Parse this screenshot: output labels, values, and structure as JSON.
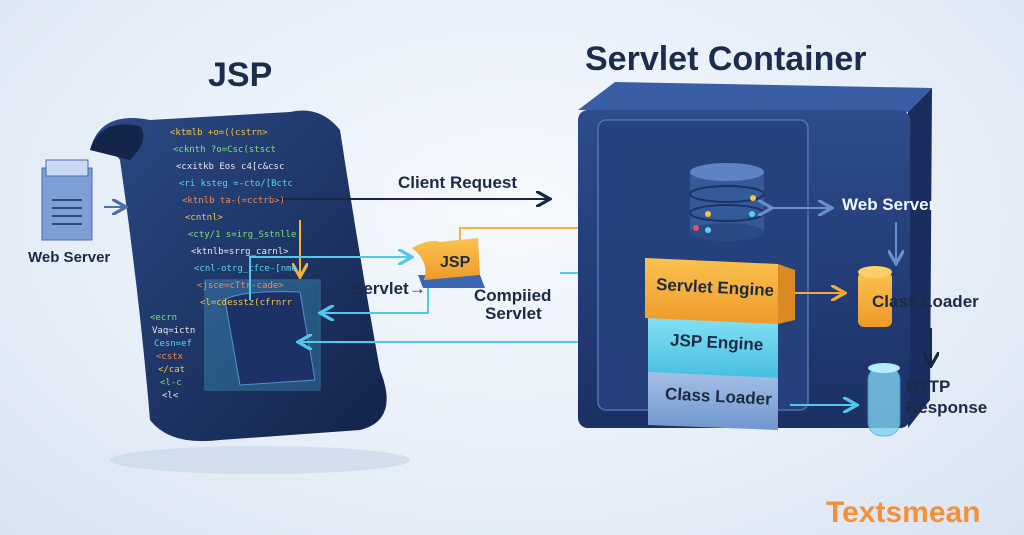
{
  "titles": {
    "jsp": "JSP",
    "container": "Servlet Container"
  },
  "labels": {
    "web_server_left": "Web Server",
    "client_request": "Client Request",
    "jsp_file": "JSP",
    "servlet": "Servlet→",
    "compiled_servlet_1": "Compiied",
    "compiled_servlet_2": "Servlet",
    "web_server_right": "Web Server",
    "servlet_engine": "Servlet Engine",
    "jsp_engine": "JSP Engine",
    "class_loader_bar": "Class Loader",
    "class_loader_side": "Class Loader",
    "http_1": "HTTP",
    "http_2": "Response"
  },
  "code_lines": [
    "<ktmlb +o=((cstrn>",
    "<cknth ?o=Csc(stsct",
    "<cxitkb Eos c4[c&csc",
    "<ri ksteg =-cto/[Bctc",
    "<ktnlb ta-(=cctrb>)",
    "<cntnl>",
    "<cty/1 s=irg_Sstnlle",
    "<ktnlb=srrg_carnl>",
    "<cnl-otrg_cfce-[nme",
    "<jsce=cTtr-cade>",
    "<l=cdesstz(cfrnrr",
    "<ecrn",
    "Vaq=ictn",
    "Cesn=ef",
    "<cstx",
    "</cat",
    "<l-c",
    "<l<"
  ],
  "watermark": "Textsmean",
  "colors": {
    "navy": "#1f3566",
    "orange": "#f4a93a",
    "cyan": "#5cd3ee",
    "accent": "#f5903a"
  }
}
